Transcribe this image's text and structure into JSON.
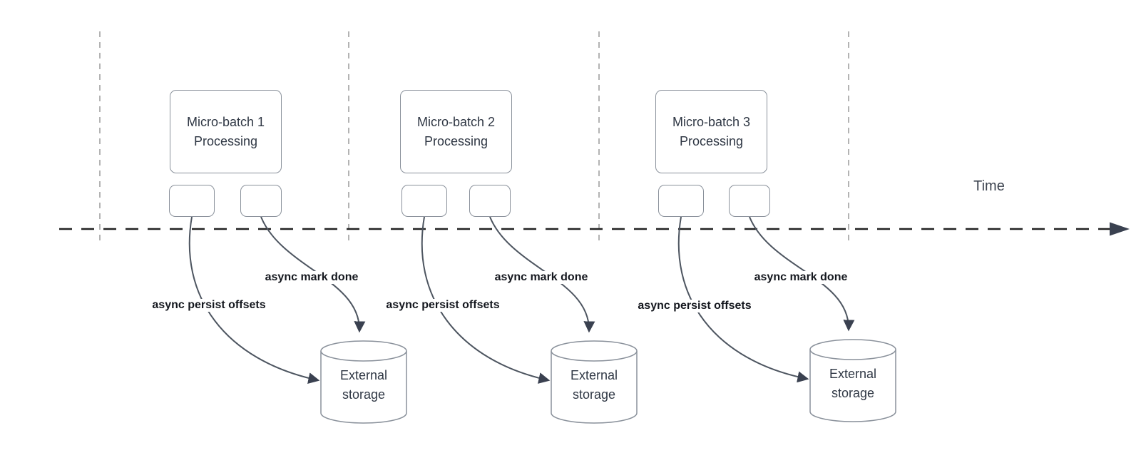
{
  "diagram": {
    "time_axis_label": "Time",
    "batches": [
      {
        "title_line1": "Micro-batch 1",
        "title_line2": "Processing",
        "persist_arrow_label": "async persist offsets",
        "mark_done_arrow_label": "async mark done",
        "storage_line1": "External",
        "storage_line2": "storage"
      },
      {
        "title_line1": "Micro-batch 2",
        "title_line2": "Processing",
        "persist_arrow_label": "async persist offsets",
        "mark_done_arrow_label": "async mark done",
        "storage_line1": "External",
        "storage_line2": "storage"
      },
      {
        "title_line1": "Micro-batch 3",
        "title_line2": "Processing",
        "persist_arrow_label": "async persist offsets",
        "mark_done_arrow_label": "async mark done",
        "storage_line1": "External",
        "storage_line2": "storage"
      }
    ],
    "colors": {
      "background": "#ffffff",
      "shape_border": "#8a919b",
      "shape_text": "#2f3744",
      "arrow_line": "#4d5560",
      "arrow_head": "#3a4150",
      "bold_label_text": "#14171e",
      "timeline_dash": "#222222",
      "interval_marker_dash": "#b3b3b3",
      "time_label_text": "#3d4450"
    }
  }
}
